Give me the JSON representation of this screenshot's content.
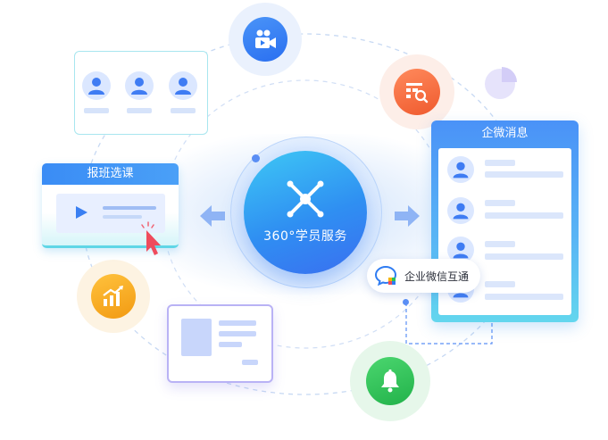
{
  "hub": {
    "label": "360°学员服务",
    "icon": "network-nodes-icon"
  },
  "course_card": {
    "title": "报班选课",
    "icons": [
      "play-icon",
      "cursor-icon"
    ]
  },
  "message_card": {
    "title": "企业微信消息",
    "title_shown": "企微消息",
    "rows": 4
  },
  "wecom_pill": {
    "label": "企业微信互通",
    "icon": "wecom-logo-icon"
  },
  "satellites": [
    {
      "name": "video-camera-icon",
      "color": "#2f7cf2"
    },
    {
      "name": "report-search-icon",
      "color": "#f5693b"
    },
    {
      "name": "chart-growth-icon",
      "color": "#f6a316"
    },
    {
      "name": "bell-icon",
      "color": "#2bc15a"
    }
  ],
  "colors": {
    "primary": "#3a8cf5",
    "teal": "#5fd6e6",
    "violet": "#b9b2f5"
  }
}
